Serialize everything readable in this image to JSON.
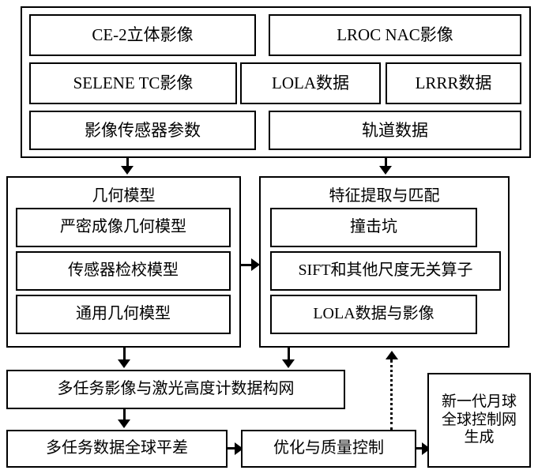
{
  "diagram": {
    "type": "flowchart",
    "title": "",
    "data_sources_group": {
      "name": "data-sources",
      "items": [
        {
          "id": "ce2",
          "label": "CE-2立体影像"
        },
        {
          "id": "lroc-nac",
          "label": "LROC NAC影像"
        },
        {
          "id": "selene-tc",
          "label": "SELENE TC影像"
        },
        {
          "id": "lola",
          "label": "LOLA数据"
        },
        {
          "id": "lrrr",
          "label": "LRRR数据"
        },
        {
          "id": "sensor-params",
          "label": "影像传感器参数"
        },
        {
          "id": "orbit-data",
          "label": "轨道数据"
        }
      ]
    },
    "geometric_model_group": {
      "name": "geometric-model",
      "title": "几何模型",
      "items": [
        {
          "id": "rigorous-imaging",
          "label": "严密成像几何模型"
        },
        {
          "id": "sensor-calibration",
          "label": "传感器检校模型"
        },
        {
          "id": "generic-geometric",
          "label": "通用几何模型"
        }
      ]
    },
    "feature_group": {
      "name": "feature-extraction-matching",
      "title": "特征提取与匹配",
      "items": [
        {
          "id": "impact-crater",
          "label": "撞击坑"
        },
        {
          "id": "sift-operators",
          "label": "SIFT和其他尺度无关算子"
        },
        {
          "id": "lola-imagery",
          "label": "LOLA数据与影像"
        }
      ]
    },
    "process_boxes": [
      {
        "id": "network-building",
        "label": "多任务影像与激光高度计数据构网"
      },
      {
        "id": "global-adjustment",
        "label": "多任务数据全球平差"
      },
      {
        "id": "optimization-qc",
        "label": "优化与质量控制"
      }
    ],
    "output_box": {
      "id": "new-lunar-control-network",
      "lines": [
        "新一代月球",
        "全球控制网",
        "生成"
      ]
    },
    "connectors": [
      {
        "id": "sources-to-geometric",
        "style": "solid",
        "direction": "down"
      },
      {
        "id": "sources-to-feature",
        "style": "solid",
        "direction": "down"
      },
      {
        "id": "geometric-to-feature",
        "style": "solid",
        "direction": "right"
      },
      {
        "id": "geometric-to-network",
        "style": "solid",
        "direction": "down"
      },
      {
        "id": "feature-to-network",
        "style": "solid",
        "direction": "down"
      },
      {
        "id": "network-to-adjustment",
        "style": "solid",
        "direction": "down"
      },
      {
        "id": "adjustment-to-optimization",
        "style": "solid",
        "direction": "right"
      },
      {
        "id": "optimization-to-output",
        "style": "solid",
        "direction": "right"
      },
      {
        "id": "optimization-feedback-to-feature",
        "style": "dotted",
        "direction": "up"
      }
    ],
    "colors": {
      "stroke": "#000000",
      "fill": "#ffffff",
      "text": "#000000"
    }
  }
}
